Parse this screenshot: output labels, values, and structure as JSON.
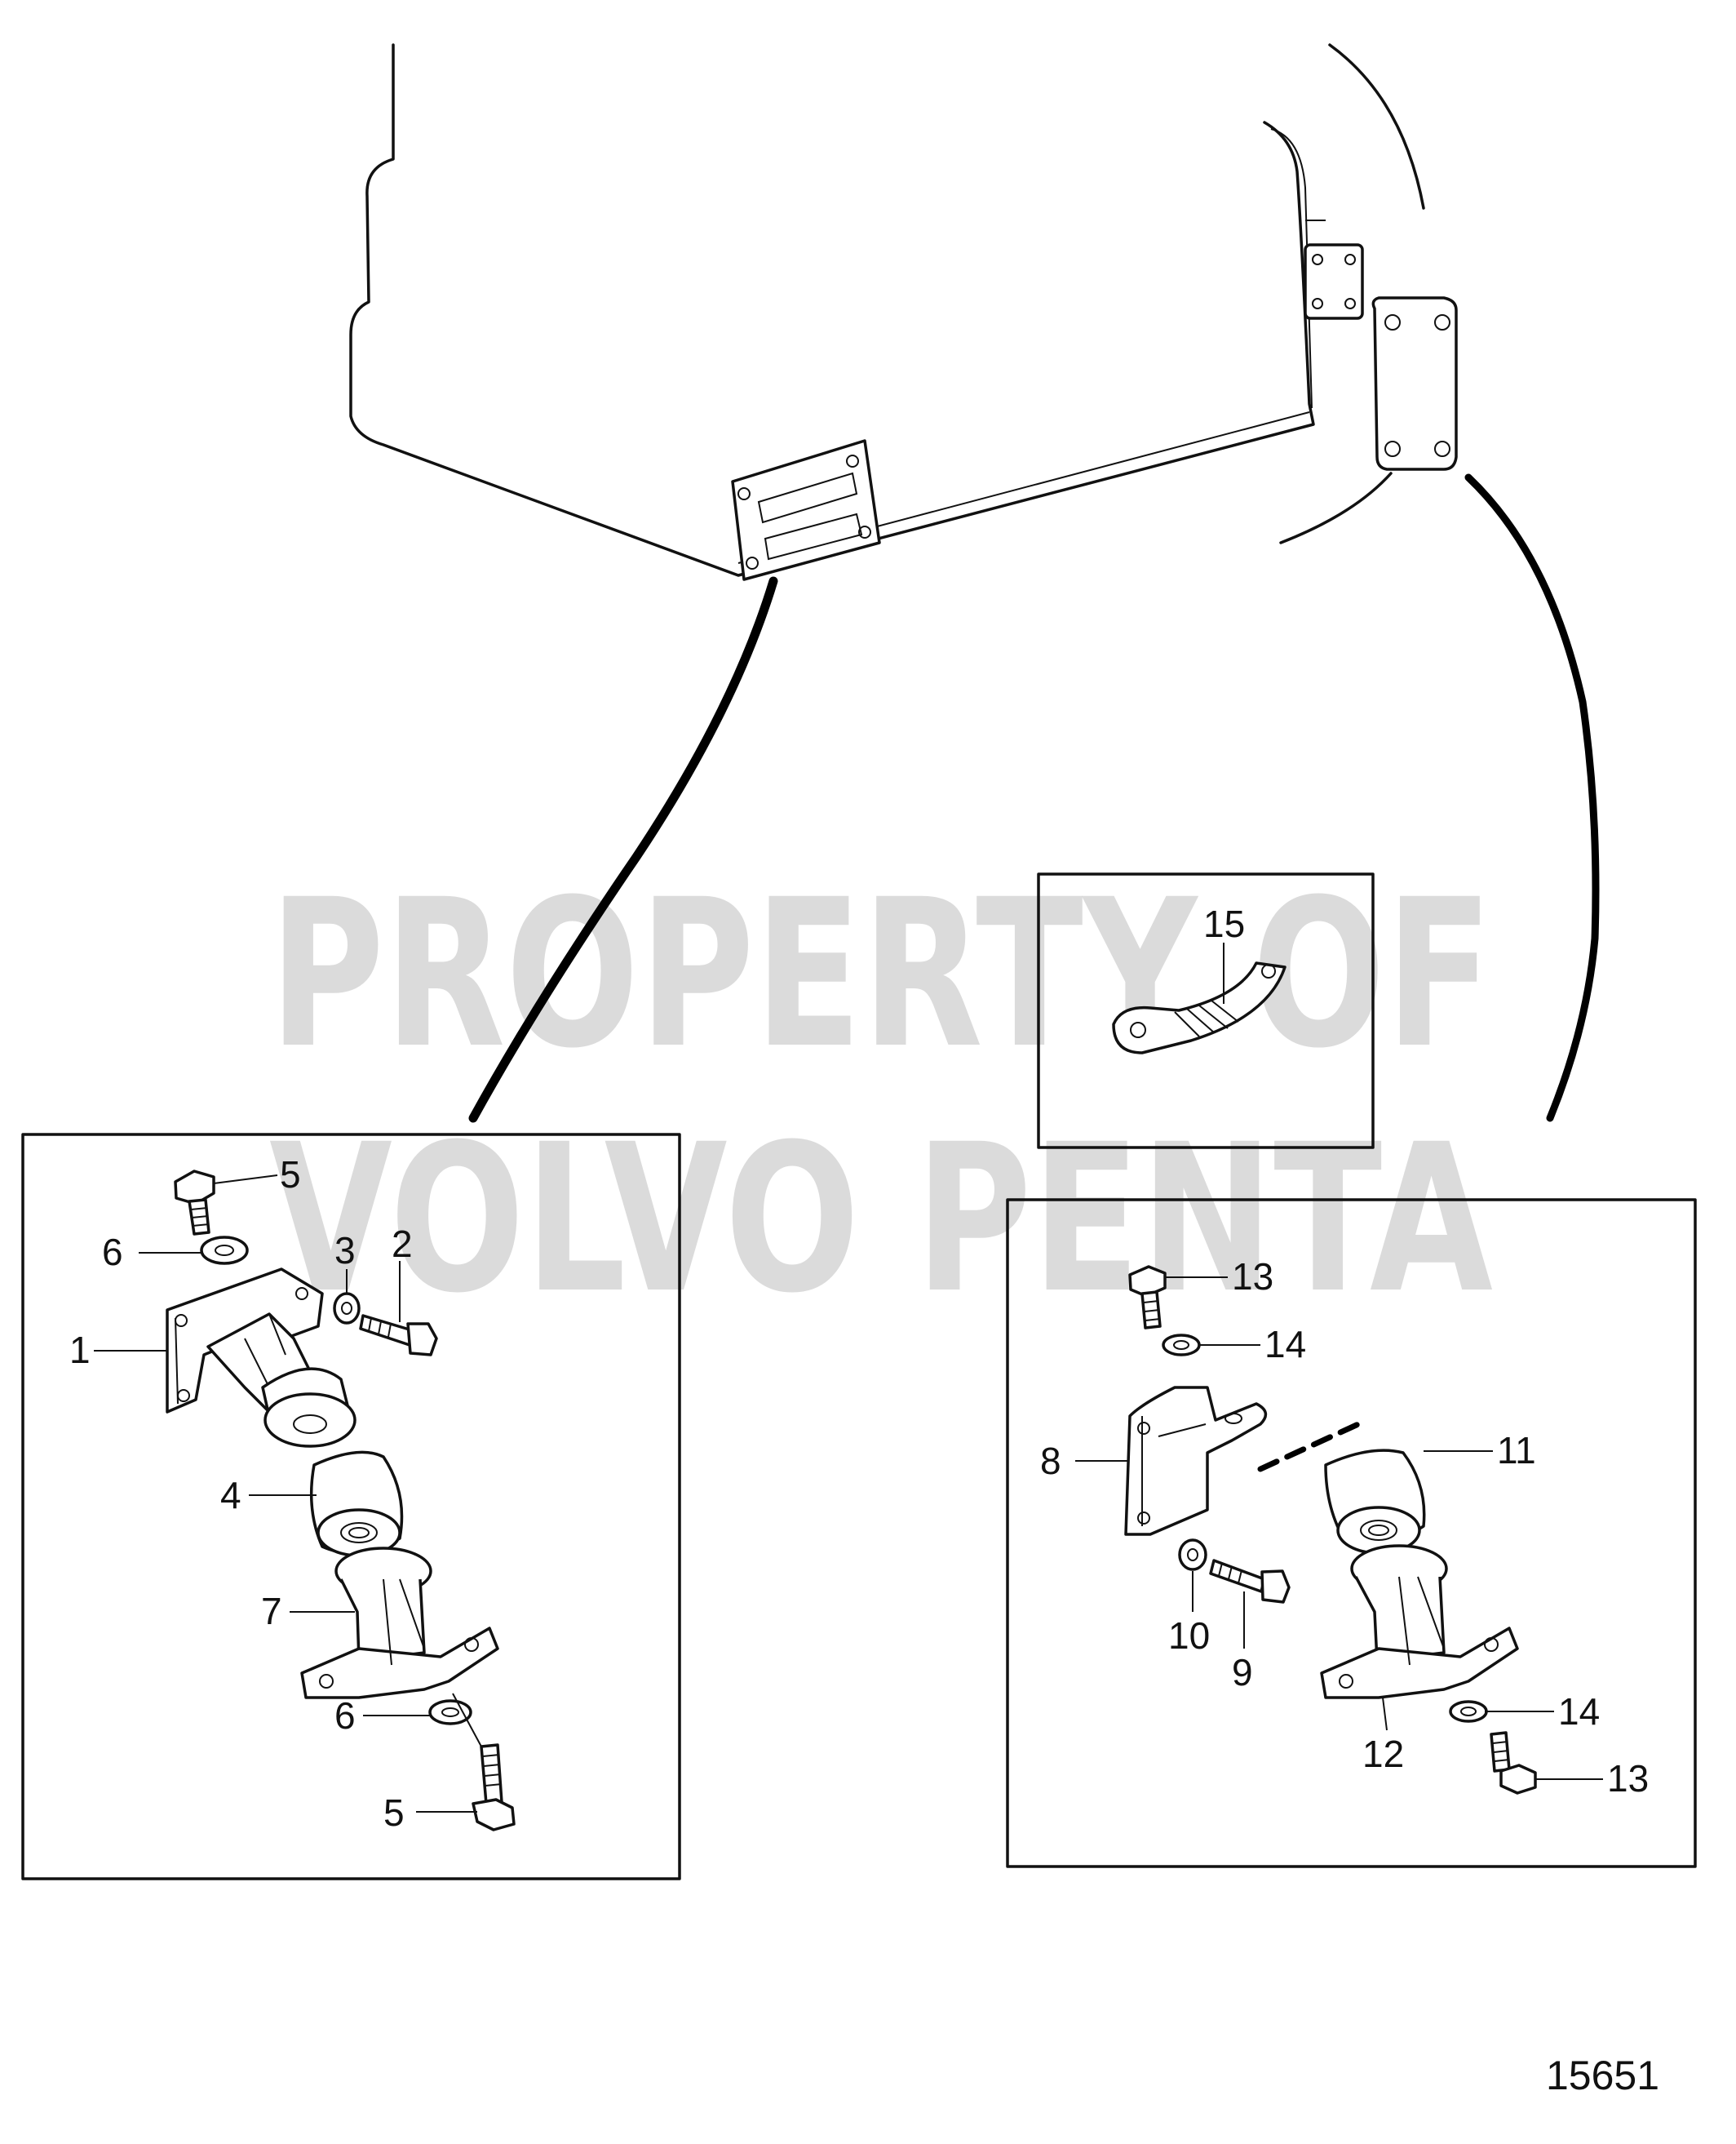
{
  "watermark": {
    "line1": "PROPERTY OF",
    "line2": "VOLVO PENTA"
  },
  "drawing_number": "15651",
  "callouts": {
    "left_assembly": [
      "5",
      "3",
      "2",
      "6",
      "1",
      "4",
      "7",
      "6",
      "5"
    ],
    "strap_inset": [
      "15"
    ],
    "right_assembly": [
      "13",
      "14",
      "8",
      "11",
      "10",
      "9",
      "14",
      "12",
      "13"
    ]
  },
  "colors": {
    "line": "#111111",
    "watermark": "#cfcfcf",
    "background": "#ffffff"
  }
}
